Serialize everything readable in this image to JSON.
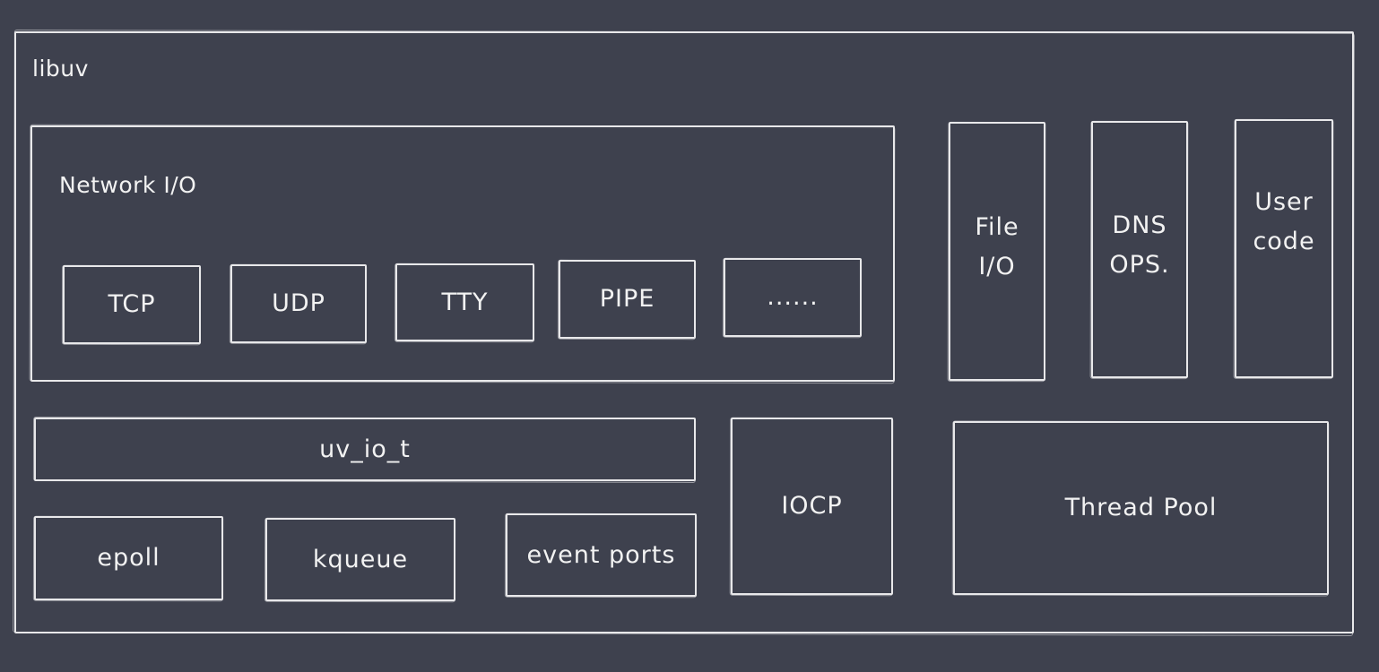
{
  "diagram": {
    "title": "libuv",
    "network": {
      "title": "Network I/O",
      "items": [
        "TCP",
        "UDP",
        "TTY",
        "PIPE",
        "......"
      ]
    },
    "side_boxes": {
      "file_io": "File\nI/O",
      "dns_ops": "DNS\nOPS.",
      "user_code": "User\ncode"
    },
    "uv_io_t": "uv_io_t",
    "backends": [
      "epoll",
      "kqueue",
      "event ports"
    ],
    "iocp": "IOCP",
    "thread_pool": "Thread Pool"
  }
}
